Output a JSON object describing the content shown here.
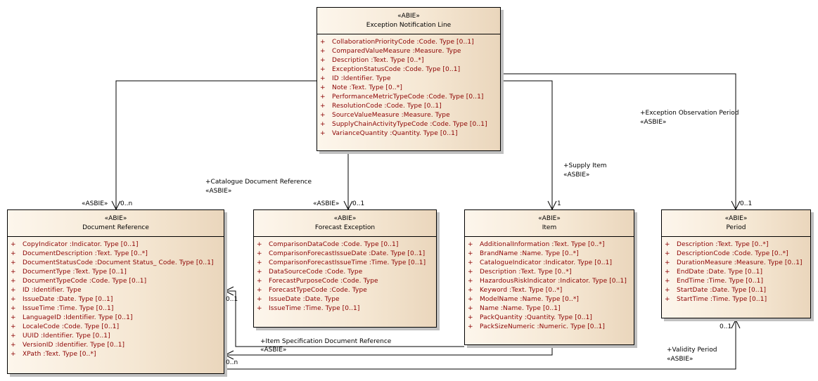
{
  "classes": {
    "exception_notification_line": {
      "stereotype": "«ABIE»",
      "name": "Exception Notification Line",
      "attributes": [
        {
          "vis": "+",
          "text": "CollaborationPriorityCode  :Code. Type [0..1]"
        },
        {
          "vis": "+",
          "text": "ComparedValueMeasure  :Measure. Type"
        },
        {
          "vis": "+",
          "text": "Description  :Text. Type [0..*]"
        },
        {
          "vis": "+",
          "text": "ExceptionStatusCode  :Code. Type [0..1]"
        },
        {
          "vis": "+",
          "text": "ID  :Identifier. Type"
        },
        {
          "vis": "+",
          "text": "Note  :Text. Type [0..*]"
        },
        {
          "vis": "+",
          "text": "PerformanceMetricTypeCode  :Code. Type [0..1]"
        },
        {
          "vis": "+",
          "text": "ResolutionCode  :Code. Type [0..1]"
        },
        {
          "vis": "+",
          "text": "SourceValueMeasure  :Measure. Type"
        },
        {
          "vis": "+",
          "text": "SupplyChainActivityTypeCode  :Code. Type [0..1]"
        },
        {
          "vis": "+",
          "text": "VarianceQuantity  :Quantity. Type [0..1]"
        }
      ]
    },
    "document_reference": {
      "stereotype": "«ABIE»",
      "name": "Document Reference",
      "attributes": [
        {
          "vis": "+",
          "text": "CopyIndicator  :Indicator. Type [0..1]"
        },
        {
          "vis": "+",
          "text": "DocumentDescription  :Text. Type [0..*]"
        },
        {
          "vis": "+",
          "text": "DocumentStatusCode  :Document Status_ Code. Type [0..1]"
        },
        {
          "vis": "+",
          "text": "DocumentType  :Text. Type [0..1]"
        },
        {
          "vis": "+",
          "text": "DocumentTypeCode  :Code. Type [0..1]"
        },
        {
          "vis": "+",
          "text": "ID  :Identifier. Type"
        },
        {
          "vis": "+",
          "text": "IssueDate  :Date. Type [0..1]"
        },
        {
          "vis": "+",
          "text": "IssueTime  :Time. Type [0..1]"
        },
        {
          "vis": "+",
          "text": "LanguageID  :Identifier. Type [0..1]"
        },
        {
          "vis": "+",
          "text": "LocaleCode  :Code. Type [0..1]"
        },
        {
          "vis": "+",
          "text": "UUID  :Identifier. Type [0..1]"
        },
        {
          "vis": "+",
          "text": "VersionID  :Identifier. Type [0..1]"
        },
        {
          "vis": "+",
          "text": "XPath  :Text. Type [0..*]"
        }
      ]
    },
    "forecast_exception": {
      "stereotype": "«ABIE»",
      "name": "Forecast Exception",
      "attributes": [
        {
          "vis": "+",
          "text": "ComparisonDataCode  :Code. Type [0..1]"
        },
        {
          "vis": "+",
          "text": "ComparisonForecastIssueDate  :Date. Type [0..1]"
        },
        {
          "vis": "+",
          "text": "ComparisonForecastIssueTime  :Time. Type [0..1]"
        },
        {
          "vis": "+",
          "text": "DataSourceCode  :Code. Type"
        },
        {
          "vis": "+",
          "text": "ForecastPurposeCode  :Code. Type"
        },
        {
          "vis": "+",
          "text": "ForecastTypeCode  :Code. Type"
        },
        {
          "vis": "+",
          "text": "IssueDate  :Date. Type"
        },
        {
          "vis": "+",
          "text": "IssueTime  :Time. Type [0..1]"
        }
      ]
    },
    "item": {
      "stereotype": "«ABIE»",
      "name": "Item",
      "attributes": [
        {
          "vis": "+",
          "text": "AdditionalInformation  :Text. Type [0..*]"
        },
        {
          "vis": "+",
          "text": "BrandName  :Name. Type [0..*]"
        },
        {
          "vis": "+",
          "text": "CatalogueIndicator  :Indicator. Type [0..1]"
        },
        {
          "vis": "+",
          "text": "Description  :Text. Type [0..*]"
        },
        {
          "vis": "+",
          "text": "HazardousRiskIndicator  :Indicator. Type [0..1]"
        },
        {
          "vis": "+",
          "text": "Keyword  :Text. Type [0..*]"
        },
        {
          "vis": "+",
          "text": "ModelName  :Name. Type [0..*]"
        },
        {
          "vis": "+",
          "text": "Name  :Name. Type [0..1]"
        },
        {
          "vis": "+",
          "text": "PackQuantity  :Quantity. Type [0..1]"
        },
        {
          "vis": "+",
          "text": "PackSizeNumeric  :Numeric. Type [0..1]"
        }
      ]
    },
    "period": {
      "stereotype": "«ABIE»",
      "name": "Period",
      "attributes": [
        {
          "vis": "+",
          "text": "Description  :Text. Type [0..*]"
        },
        {
          "vis": "+",
          "text": "DescriptionCode  :Code. Type [0..*]"
        },
        {
          "vis": "+",
          "text": "DurationMeasure  :Measure. Type [0..1]"
        },
        {
          "vis": "+",
          "text": "EndDate  :Date. Type [0..1]"
        },
        {
          "vis": "+",
          "text": "EndTime  :Time. Type [0..1]"
        },
        {
          "vis": "+",
          "text": "StartDate  :Date. Type [0..1]"
        },
        {
          "vis": "+",
          "text": "StartTime  :Time. Type [0..1]"
        }
      ]
    }
  },
  "associations": {
    "doc_ref": {
      "stereotype": "«ASBIE»",
      "multiplicity": "0..n"
    },
    "catalogue_doc_ref": {
      "role": "+Catalogue Document Reference",
      "stereotype": "«ASBIE»"
    },
    "forecast_exception": {
      "stereotype": "«ASBIE»",
      "multiplicity": "0..1"
    },
    "supply_item": {
      "role": "+Supply Item",
      "stereotype": "«ASBIE»",
      "multiplicity": "1"
    },
    "exception_observation_period": {
      "role": "+Exception Observation Period",
      "stereotype": "«ASBIE»",
      "multiplicity": "0..1"
    },
    "item_spec_doc_ref": {
      "role": "+Item Specification Document Reference",
      "stereotype": "«ASBIE»",
      "multiplicity": "0..1"
    },
    "validity_period": {
      "role": "+Validity Period",
      "stereotype": "«ASBIE»",
      "multiplicity_target": "0..1",
      "multiplicity_source": "0..n"
    }
  }
}
